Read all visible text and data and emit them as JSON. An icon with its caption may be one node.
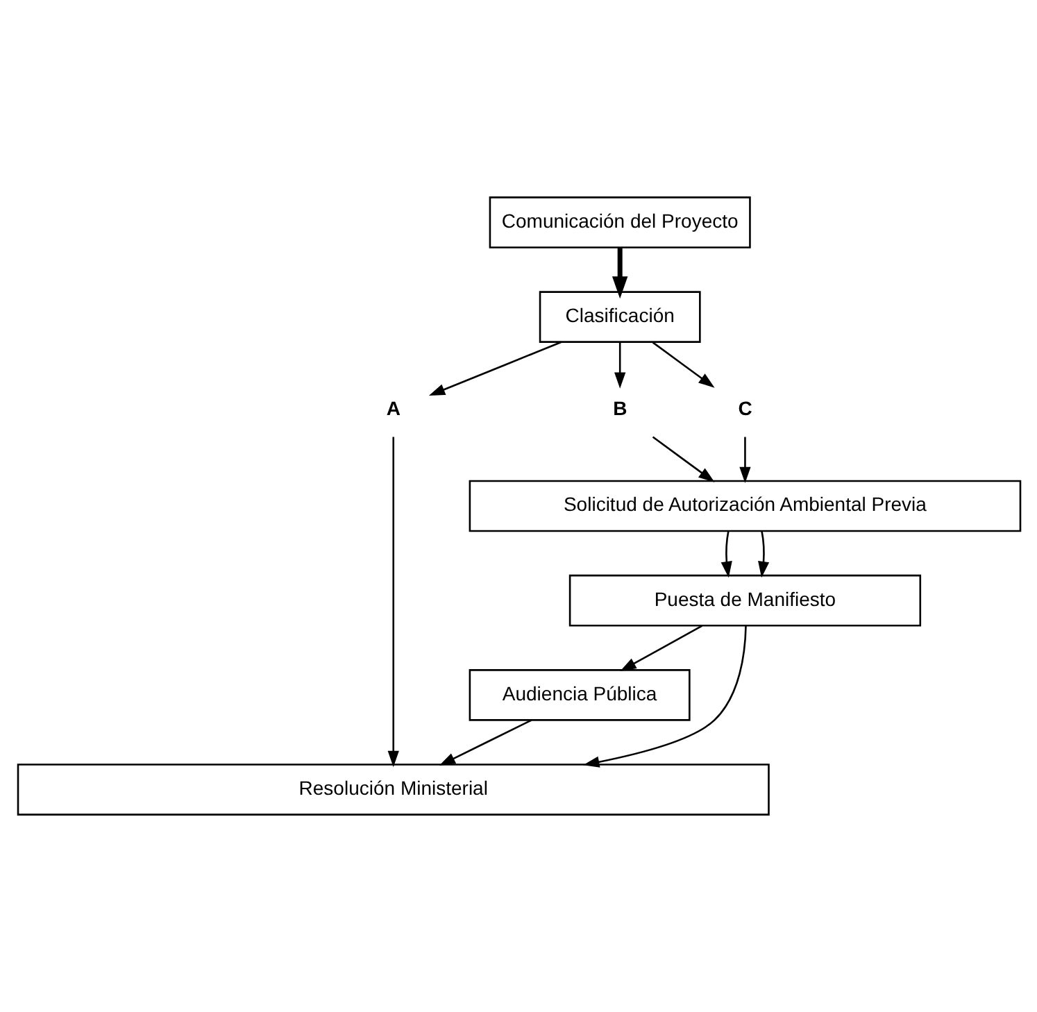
{
  "diagram": {
    "nodes": [
      {
        "text": [
          "Comunicación del Proyecto"
        ]
      },
      {
        "text": [
          "Clasificación"
        ]
      },
      {
        "text": [
          "A"
        ]
      },
      {
        "text": [
          "B"
        ]
      },
      {
        "text": [
          "C"
        ]
      },
      {
        "text": [
          "Solicitud de Autorización Ambiental Previa"
        ]
      },
      {
        "text": [
          "Puesta de Manifiesto"
        ]
      },
      {
        "text": [
          "Audiencia Pública"
        ]
      },
      {
        "text": [
          "Resolución Ministerial"
        ]
      }
    ],
    "edges": [
      {
        "from": 0,
        "to": 1,
        "arrow": "to",
        "style": "thick"
      },
      {
        "from": 1,
        "to": 2,
        "arrow": "to"
      },
      {
        "from": 1,
        "to": 3,
        "arrow": "to"
      },
      {
        "from": 1,
        "to": 4,
        "arrow": "to"
      },
      {
        "from": 2,
        "to": 8,
        "arrow": "to"
      },
      {
        "from": 3,
        "to": 5,
        "arrow": "to"
      },
      {
        "from": 4,
        "to": 5,
        "arrow": "to"
      },
      {
        "from": 5,
        "to": 6,
        "arrow": "to"
      },
      {
        "from": 5,
        "to": 6,
        "arrow": "to"
      },
      {
        "from": 6,
        "to": 8,
        "arrow": "to"
      },
      {
        "from": 6,
        "to": 7,
        "arrow": "to"
      },
      {
        "from": 7,
        "to": 8,
        "arrow": "to"
      }
    ]
  }
}
